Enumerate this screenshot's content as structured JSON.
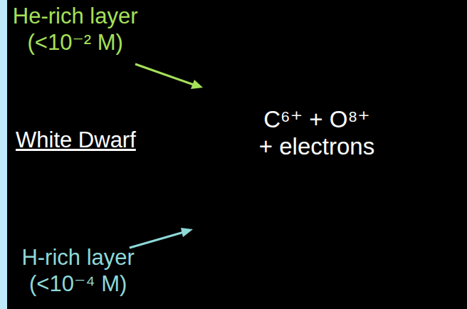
{
  "diagram": {
    "nodes": [
      {
        "text": [
          "C⁶⁺ + O⁸⁺ + electrons"
        ]
      }
    ],
    "labels": [
      "He-rich layer (<10⁻² M)",
      "White Dwarf",
      "H-rich layer (<10⁻⁴ M)"
    ]
  }
}
